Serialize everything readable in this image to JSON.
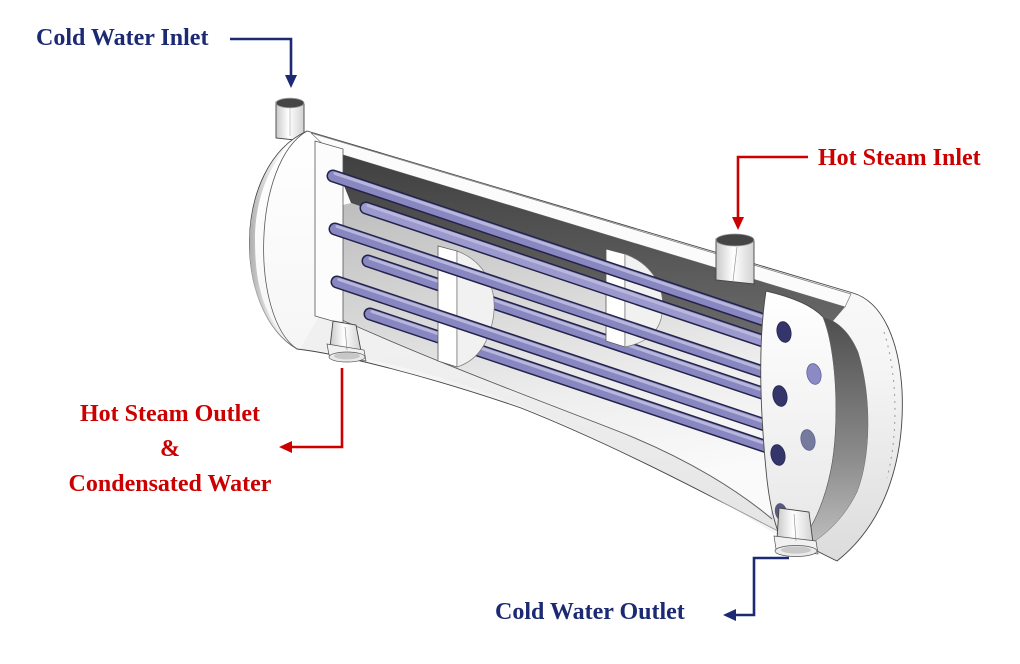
{
  "figure": {
    "kind": "3d-cutaway-illustration",
    "subject": "shell-and-tube-heat-exchanger",
    "colors": {
      "annotation_blue": "#1b2a72",
      "annotation_red": "#cc0000",
      "tube_fill": "#8987c1",
      "tube_edge": "#23234a",
      "shell_fill": "#ffffff",
      "interior_dark": "#474747"
    }
  },
  "annotations": {
    "cold_water_inlet": {
      "lines": [
        "Cold Water Inlet"
      ],
      "color": "#1b2a72"
    },
    "hot_steam_inlet": {
      "lines": [
        "Hot Steam Inlet"
      ],
      "color": "#cc0000"
    },
    "hot_steam_outlet": {
      "lines": [
        "Hot Steam Outlet",
        "&",
        "Condensated Water"
      ],
      "color": "#cc0000"
    },
    "cold_water_outlet": {
      "lines": [
        "Cold Water Outlet"
      ],
      "color": "#1b2a72"
    }
  }
}
